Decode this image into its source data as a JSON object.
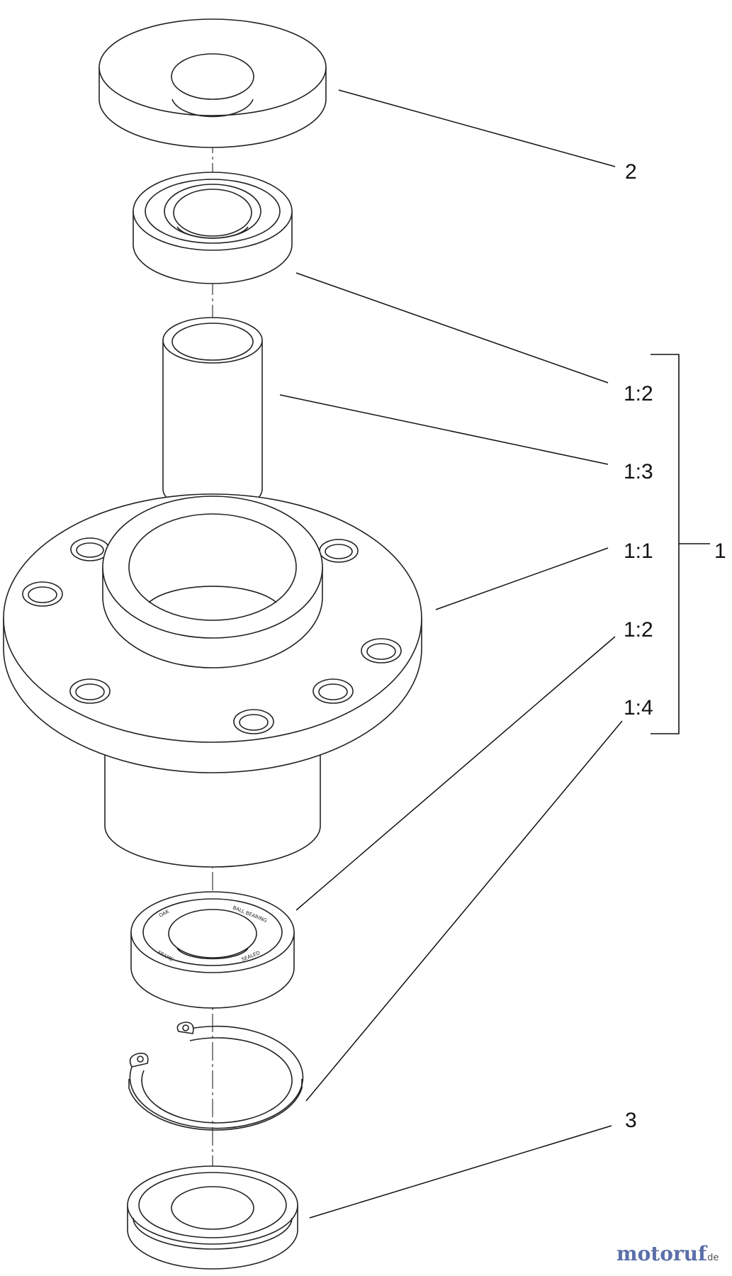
{
  "diagram": {
    "callouts": {
      "c2": "2",
      "c1_2_top": "1:2",
      "c1_3": "1:3",
      "c1_1": "1:1",
      "c1_2_bottom": "1:2",
      "c1_4": "1:4",
      "c1": "1",
      "c3": "3"
    },
    "bearing_markings": [
      "OAK",
      "BALL BEARING",
      "FRAME",
      "SEALED"
    ]
  },
  "watermark": {
    "text_main": "motoruf",
    "text_suffix": ".de",
    "colors": {
      "blue": "#5b6fa8",
      "green": "#8aa53c",
      "orange": "#d07a2a"
    }
  }
}
